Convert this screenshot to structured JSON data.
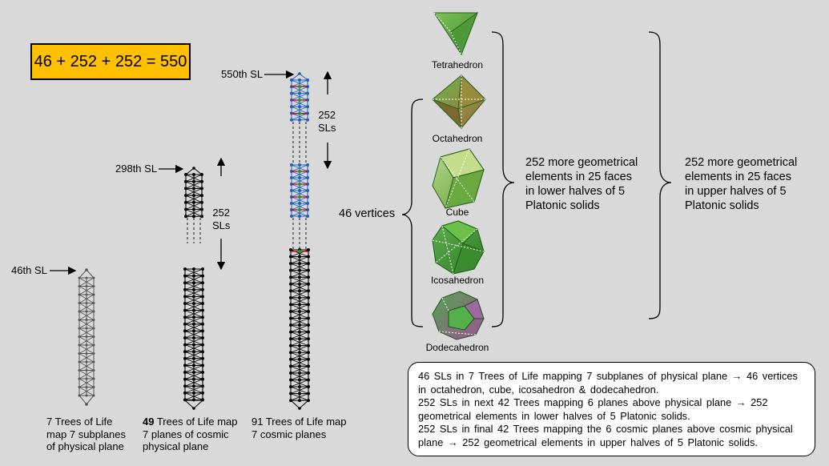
{
  "equation": "46 + 252 + 252 = 550",
  "pointers": {
    "sl_550": "550th SL",
    "sl_298": "298th SL",
    "sl_46": "46th SL"
  },
  "spans": {
    "mid": {
      "number": "252",
      "unit": "SLs"
    },
    "right": {
      "number": "252",
      "unit": "SLs"
    }
  },
  "columns": [
    {
      "trees": 7,
      "caption_lines": [
        "7 Trees of Life",
        "map 7 subplanes",
        "of physical plane"
      ]
    },
    {
      "trees": 49,
      "caption_bold": "49",
      "caption_rest": " Trees of Life map",
      "caption_lines": [
        "7 planes of cosmic",
        "physical plane"
      ]
    },
    {
      "trees": 91,
      "caption_lines": [
        "91 Trees of Life map",
        "7 cosmic planes"
      ]
    }
  ],
  "solids": [
    "Tetrahedron",
    "Octahedron",
    "Cube",
    "Icosahedron",
    "Dodecahedron"
  ],
  "vertices_label": "46 vertices",
  "lower_text": [
    "252 more geometrical",
    "elements in 25 faces",
    "in lower halves of 5",
    "Platonic solids"
  ],
  "upper_text": [
    "252 more geometrical",
    "elements in 25 faces",
    "in upper halves of 5",
    "Platonic solids"
  ],
  "info": [
    "46 SLs in 7 Trees of Life mapping  7 subplanes  of physical plane → 46 vertices in octahedron,  cube,  icosahedron  & dodecahedron.",
    "252 SLs in next 42 Trees  mapping  6 planes  above  physical plane → 252 geometrical  elements  in lower  halves  of 5 Platonic  solids.",
    "252 SLs in final 42 Trees  mapping  the 6 cosmic planes  above  cosmic physical plane → 252 geometrical  elements  in upper halves  of 5 Platonic solids."
  ],
  "colors": {
    "background": "#d9d9d9",
    "equation_box": "#ffc000",
    "highlight_red": "#d00000",
    "highlight_blue": "#1f5fbf",
    "highlight_green": "#20a020"
  }
}
